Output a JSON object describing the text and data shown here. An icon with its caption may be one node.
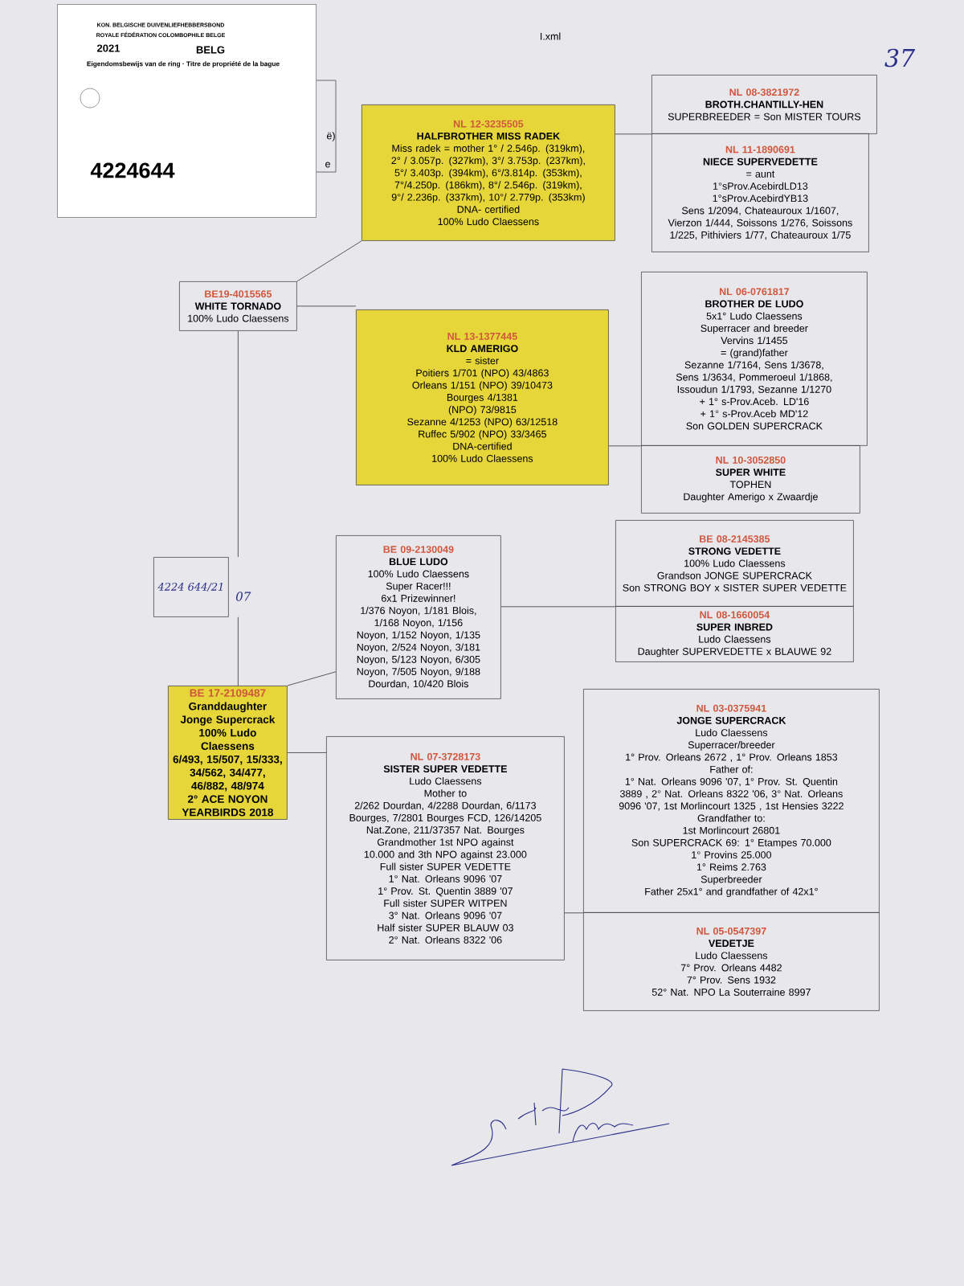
{
  "diagram": {
    "nodes": [
      {
        "text": [
          "KON. BELGISCHE DUIVENLIEFHEBBERSBOND",
          "ROYALE FÉDÉRATION COLOMBOPHILE BELGE",
          "2021",
          "BELG",
          "Eigendomsbewijs van de ring · Titre de propriété de la bague",
          "4224644"
        ]
      },
      {
        "text": [
          "NL 12-3235505",
          "HALFBROTHER MISS RADEK",
          "Miss radek = mother 1° / 2.546p. (319km), 2° / 3.057p. (327km), 3°/ 3.753p. (237km), 5°/ 3.403p. (394km), 6°/3.814p. (353km), 7°/4.250p. (186km), 8°/ 2.546p. (319km), 9°/ 2.236p. (337km), 10°/ 2.779p. (353km)",
          "DNA- certified",
          "100% Ludo Claessens"
        ]
      },
      {
        "text": [
          "NL 08-3821972",
          "BROTH.CHANTILLY-HEN",
          "SUPERBREEDER = Son MISTER TOURS"
        ]
      },
      {
        "text": [
          "NL 11-1890691",
          "NIECE SUPERVEDETTE",
          "= aunt",
          "1°sProv.AcebirdLD13",
          "1°sProv.AcebirdYB13",
          "Sens 1/2094, Chateauroux 1/1607, Vierzon 1/444, Soissons 1/276, Soissons 1/225, Pithiviers 1/77, Chateauroux 1/75"
        ]
      },
      {
        "text": [
          "BE19-4015565",
          "WHITE TORNADO",
          "100% Ludo Claessens"
        ]
      },
      {
        "text": [
          "NL 13-1377445",
          "KLD AMERIGO",
          "= sister",
          "Poitiers 1/701 (NPO) 43/4863",
          "Orleans 1/151 (NPO) 39/10473",
          "Bourges 4/1381",
          "(NPO) 73/9815",
          "Sezanne 4/1253 (NPO) 63/12518",
          "Ruffec 5/902 (NPO) 33/3465",
          "DNA-certified",
          "100% Ludo Claessens"
        ]
      },
      {
        "text": [
          "NL 06-0761817",
          "BROTHER DE LUDO",
          "5x1° Ludo Claessens",
          "Superracer and breeder",
          "Vervins 1/1455",
          "= (grand)father",
          "Sezanne 1/7164, Sens 1/3678, Sens 1/3634, Pommeroeul 1/1868, Issoudun 1/1793, Sezanne 1/1270",
          "+ 1° s-Prov.Aceb. LD'16",
          "+ 1° s-Prov.Aceb MD'12",
          "Son GOLDEN SUPERCRACK"
        ]
      },
      {
        "text": [
          "NL 10-3052850",
          "SUPER WHITE",
          "TOPHEN",
          "Daughter Amerigo x Zwaardje"
        ]
      },
      {
        "text": [
          "4224 644/21"
        ],
        "beside": [
          "07"
        ]
      },
      {
        "text": [
          "BE 09-2130049",
          "BLUE LUDO",
          "100% Ludo Claessens",
          "Super Racer!!!",
          "6x1 Prizewinner!",
          "1/376 Noyon, 1/181 Blois, 1/168 Noyon, 1/156 Noyon, 1/152 Noyon, 1/135 Noyon, 2/524 Noyon, 3/181 Noyon, 5/123 Noyon, 6/305 Noyon, 7/505 Noyon, 9/188 Dourdan, 10/420 Blois"
        ]
      },
      {
        "text": [
          "BE 08-2145385",
          "STRONG VEDETTE",
          "100% Ludo Claessens",
          "Grandson JONGE SUPERCRACK",
          "Son STRONG BOY x SISTER SUPER VEDETTE"
        ]
      },
      {
        "text": [
          "NL 08-1660054",
          "SUPER INBRED",
          "Ludo Claessens",
          "Daughter SUPERVEDETTE x BLAUWE 92"
        ]
      },
      {
        "text": [
          "BE 17-2109487",
          "Granddaughter Jonge Supercrack",
          "100% Ludo Claessens",
          "6/493, 15/507, 15/333, 34/562, 34/477, 46/882, 48/974",
          "2° ACE NOYON YEARBIRDS 2018"
        ]
      },
      {
        "text": [
          "NL 07-3728173",
          "SISTER SUPER VEDETTE",
          "Ludo Claessens",
          "Mother to",
          "2/262 Dourdan, 4/2288 Dourdan, 6/1173 Bourges, 7/2801 Bourges FCD, 126/14205 Nat.Zone, 211/37357 Nat. Bourges",
          "Grandmother 1st NPO against 10.000 and 3th NPO against 23.000",
          "Full sister SUPER VEDETTE",
          "1° Nat. Orleans 9096 '07",
          "1° Prov. St. Quentin 3889 '07",
          "Full sister SUPER WITPEN",
          "3° Nat. Orleans 9096 '07",
          "Half sister SUPER BLAUW 03",
          "2° Nat. Orleans 8322 '06"
        ]
      },
      {
        "text": [
          "NL 03-0375941",
          "JONGE SUPERCRACK",
          "Ludo Claessens",
          "Superracer/breeder",
          "1° Prov. Orleans 2672 , 1° Prov. Orleans 1853",
          "Father of:",
          "1° Nat. Orleans 9096 '07, 1° Prov. St. Quentin 3889 , 2° Nat. Orleans 8322 '06, 3° Nat. Orleans 9096 '07, 1st Morlincourt 1325 , 1st Hensies 3222",
          "Grandfather to:",
          "1st Morlincourt 26801",
          "Son SUPERCRACK 69: 1° Etampes 70.000",
          "1° Provins 25.000",
          "1° Reims 2.763",
          "Superbreeder",
          "Father 25x1° and grandfather of 42x1°"
        ]
      },
      {
        "text": [
          "NL 05-0547397",
          "VEDETJE",
          "Ludo Claessens",
          "7° Prov. Orleans 4482",
          "7° Prov. Sens 1932",
          "52° Nat. NPO La Souterraine 8997"
        ]
      }
    ],
    "edges": [
      {
        "from": 4,
        "to": 1,
        "arrow": "none"
      },
      {
        "from": 1,
        "to": 2,
        "arrow": "none"
      },
      {
        "from": 1,
        "to": 3,
        "arrow": "none"
      },
      {
        "from": 4,
        "to": 5,
        "arrow": "none"
      },
      {
        "from": 5,
        "to": 6,
        "arrow": "none"
      },
      {
        "from": 5,
        "to": 7,
        "arrow": "none"
      },
      {
        "from": 4,
        "to": 8,
        "arrow": "none"
      },
      {
        "from": 8,
        "to": 12,
        "arrow": "none"
      },
      {
        "from": 12,
        "to": 9,
        "arrow": "none"
      },
      {
        "from": 9,
        "to": 10,
        "arrow": "none"
      },
      {
        "from": 9,
        "to": 11,
        "arrow": "none"
      },
      {
        "from": 12,
        "to": 13,
        "arrow": "none"
      },
      {
        "from": 13,
        "to": 14,
        "arrow": "none"
      },
      {
        "from": 13,
        "to": 15,
        "arrow": "none"
      }
    ],
    "labels": [
      "I.xml",
      "37",
      "ë)",
      "e"
    ]
  }
}
